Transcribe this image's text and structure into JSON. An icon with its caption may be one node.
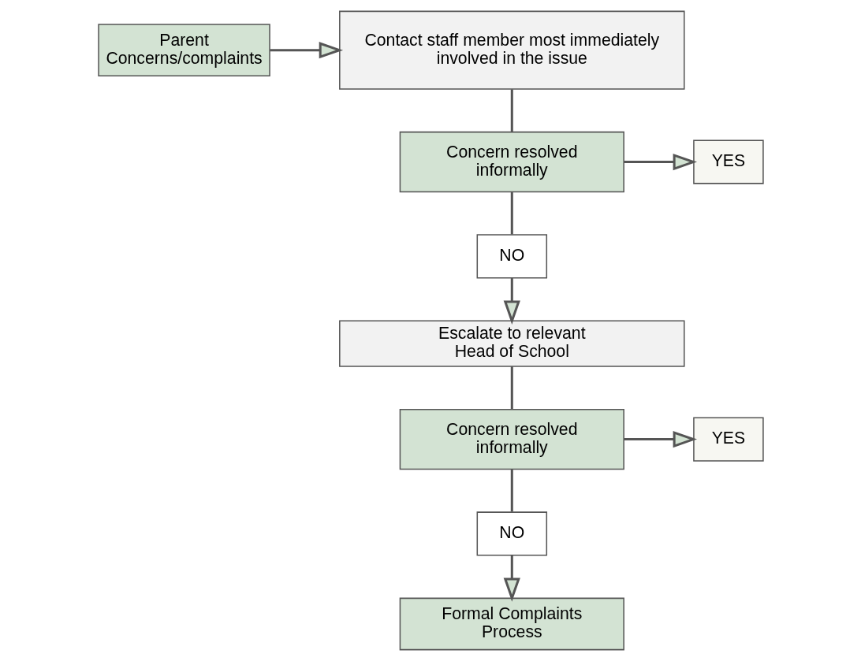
{
  "diagram": {
    "nodes": [
      {
        "text": [
          "Parent Concerns/complaints"
        ]
      },
      {
        "text": [
          "Contact staff member most immediately involved in the issue"
        ]
      },
      {
        "text": [
          "Concern resolved informally"
        ]
      },
      {
        "text": [
          "YES"
        ]
      },
      {
        "text": [
          "NO"
        ]
      },
      {
        "text": [
          "Escalate to relevant Head of School"
        ]
      },
      {
        "text": [
          "Concern resolved informally"
        ]
      },
      {
        "text": [
          "YES"
        ]
      },
      {
        "text": [
          "NO"
        ]
      },
      {
        "text": [
          "Formal Complaints Process"
        ]
      }
    ],
    "edges": [
      {
        "from": 0,
        "to": 1,
        "arrow": "to"
      },
      {
        "from": 1,
        "to": 2,
        "arrow": "none"
      },
      {
        "from": 2,
        "to": 3,
        "arrow": "to"
      },
      {
        "from": 2,
        "to": 4,
        "arrow": "none"
      },
      {
        "from": 4,
        "to": 5,
        "arrow": "to"
      },
      {
        "from": 5,
        "to": 6,
        "arrow": "none"
      },
      {
        "from": 6,
        "to": 7,
        "arrow": "to"
      },
      {
        "from": 6,
        "to": 8,
        "arrow": "none"
      },
      {
        "from": 8,
        "to": 9,
        "arrow": "to"
      }
    ]
  }
}
